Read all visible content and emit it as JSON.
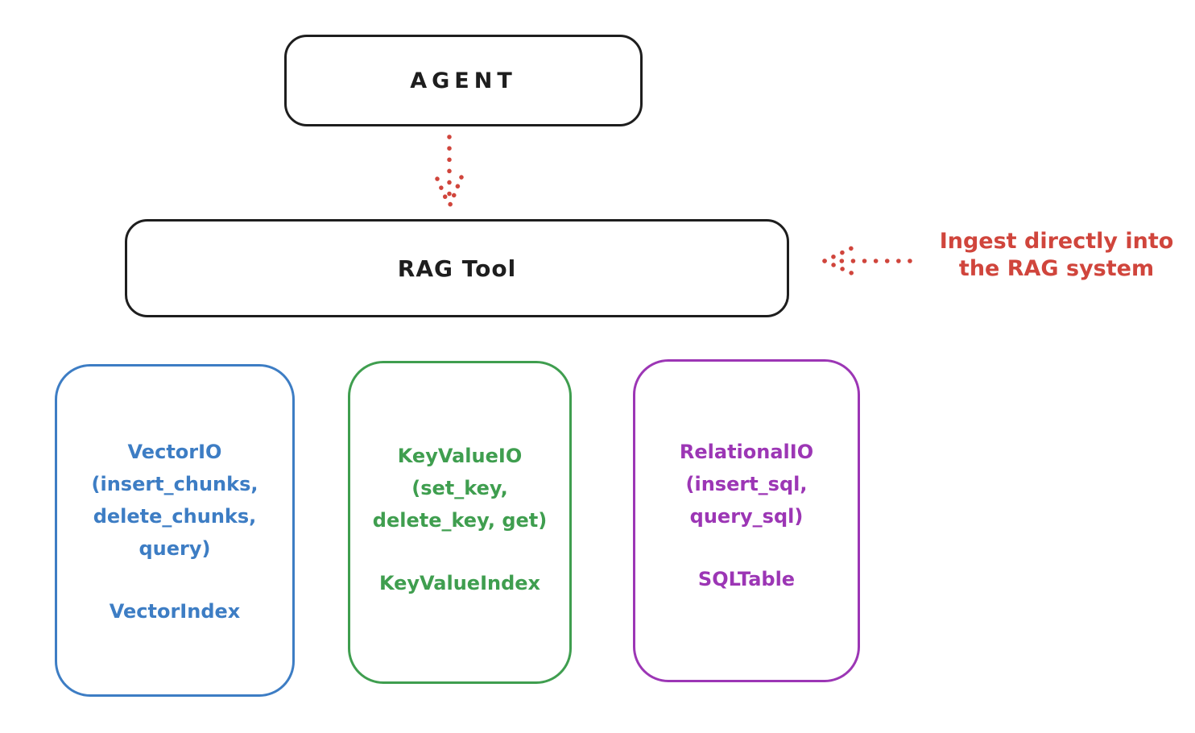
{
  "colors": {
    "ink": "#1e1e1e",
    "red": "#d0453c",
    "blue": "#3d7dc4",
    "green": "#3f9e4f",
    "purple": "#9c36b5",
    "background": "#ffffff"
  },
  "nodes": {
    "agent": {
      "label": "AGENT"
    },
    "rag_tool": {
      "label": "RAG Tool"
    }
  },
  "annotation": {
    "line1": "Ingest directly into",
    "line2": "the RAG system"
  },
  "icons": {
    "agent_to_rag": "dotted-arrow-down",
    "annotation_to_rag": "dotted-arrow-left"
  },
  "cards": [
    {
      "color": "#3d7dc4",
      "lines": [
        "VectorIO",
        "(insert_chunks,",
        "delete_chunks,",
        "query)"
      ],
      "index_label": "VectorIndex"
    },
    {
      "color": "#3f9e4f",
      "lines": [
        "KeyValueIO",
        "(set_key,",
        "delete_key, get)"
      ],
      "index_label": "KeyValueIndex"
    },
    {
      "color": "#9c36b5",
      "lines": [
        "RelationalIO",
        "(insert_sql,",
        "query_sql)"
      ],
      "index_label": "SQLTable"
    }
  ]
}
